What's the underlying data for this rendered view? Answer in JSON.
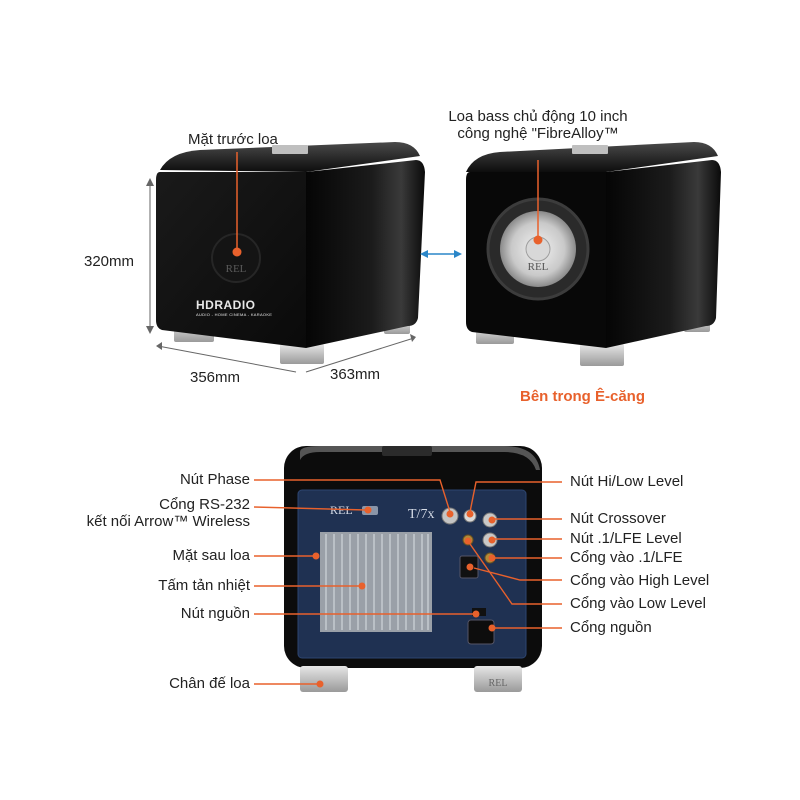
{
  "colors": {
    "accent": "#e8612c",
    "arrow": "#2a86c8",
    "cabinet": "#0b0b0b",
    "panel": "#1f3152"
  },
  "front": {
    "label_front": "Mặt trước loa",
    "label_woofer_line1": "Loa bass chủ động 10 inch",
    "label_woofer_line2": "công nghệ \"FibreAlloy™",
    "height": "320mm",
    "width": "356mm",
    "depth": "363mm",
    "inside_note": "Bên trong Ê-căng",
    "brand_logo": "REL",
    "watermark_line1": "HDRADIO",
    "watermark_line2": "AUDIO - HOME CINEMA - KARAOKE"
  },
  "rear": {
    "left_labels": [
      {
        "id": "phase",
        "text": "Nút Phase"
      },
      {
        "id": "rs232",
        "text": "Cổng RS-232"
      },
      {
        "id": "rs232b",
        "text": "kết nối Arrow™ Wireless"
      },
      {
        "id": "back",
        "text": "Mặt sau loa"
      },
      {
        "id": "heatsink",
        "text": "Tấm tản nhiệt"
      },
      {
        "id": "power_btn",
        "text": "Nút nguồn"
      },
      {
        "id": "feet",
        "text": "Chân đế loa"
      }
    ],
    "right_labels": [
      {
        "id": "hilow",
        "text": "Nút Hi/Low Level"
      },
      {
        "id": "crossover",
        "text": "Nút Crossover"
      },
      {
        "id": "lfelevel",
        "text": "Nút .1/LFE Level"
      },
      {
        "id": "lfein",
        "text": "Cổng vào .1/LFE"
      },
      {
        "id": "highin",
        "text": "Cổng vào High Level"
      },
      {
        "id": "lowin",
        "text": "Cổng vào Low Level"
      },
      {
        "id": "powerin",
        "text": "Cổng nguồn"
      }
    ],
    "panel_brand": "REL",
    "panel_model": "T/7x",
    "foot_brand": "REL"
  }
}
